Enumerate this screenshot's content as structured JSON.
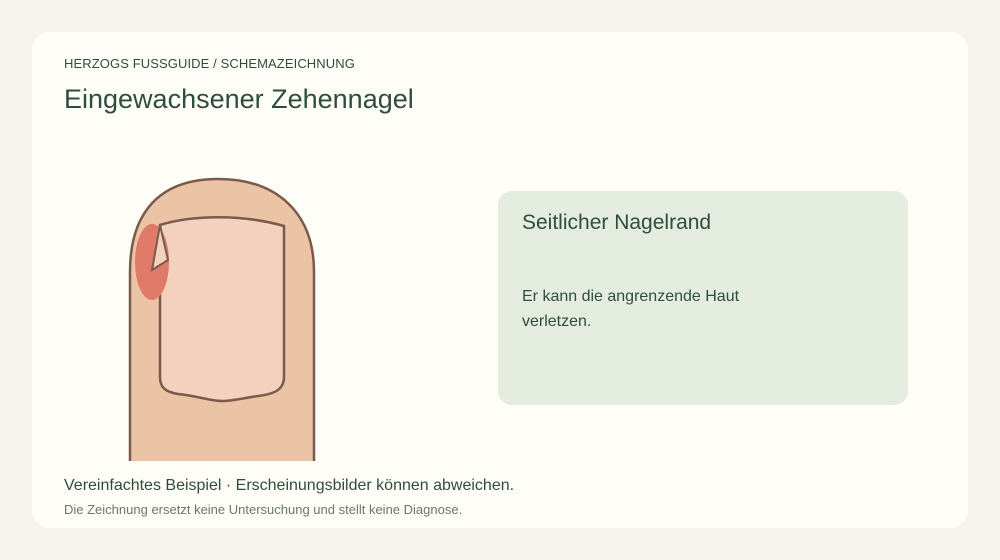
{
  "header": {
    "breadcrumb": "HERZOGS FUSSGUIDE / SCHEMAZEICHNUNG",
    "title": "Eingewachsener Zehennagel"
  },
  "info_panel": {
    "title": "Seitlicher Nagelrand",
    "text": "Er kann die angrenzende Haut verletzen."
  },
  "footer": {
    "caption": "Vereinfachtes Beispiel · Erscheinungsbilder können abweichen.",
    "disclaimer": "Die Zeichnung ersetzt keine Untersuchung und stellt keine Diagnose."
  },
  "colors": {
    "background": "#f5f3ee",
    "card": "#fefdf7",
    "heading": "#2e4d3f",
    "toe_skin": "#ebc3a5",
    "nail": "#f4d0bf",
    "outline": "#7b5a4c",
    "inflammation": "#df7a68",
    "panel": "#e4ebdf"
  }
}
